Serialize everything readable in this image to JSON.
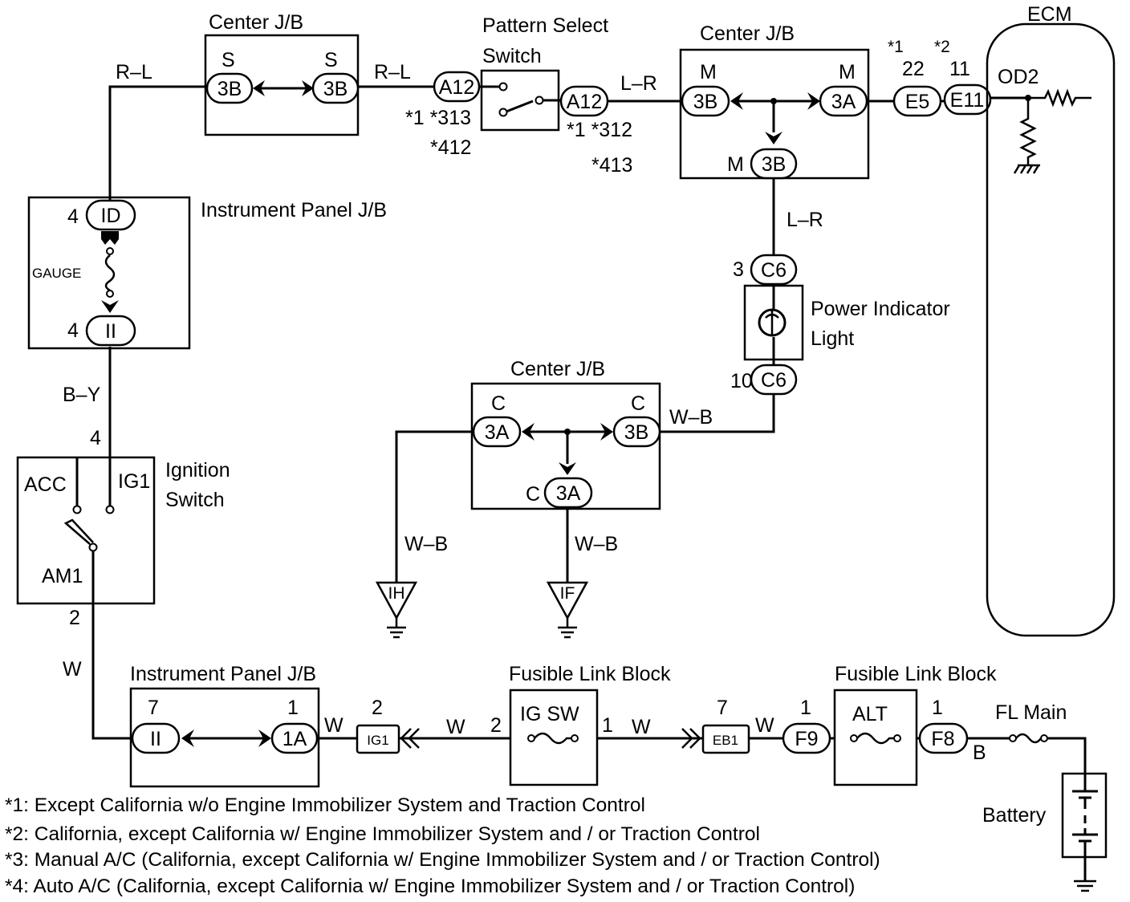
{
  "blocks": {
    "center_jb_1": "Center J/B",
    "center_jb_2": "Center J/B",
    "center_jb_3": "Center J/B",
    "pattern_select_1": "Pattern Select",
    "pattern_select_2": "Switch",
    "ecm": "ECM",
    "ip_jb_top": "Instrument Panel J/B",
    "ip_jb_bottom": "Instrument Panel J/B",
    "power_indicator_1": "Power Indicator",
    "power_indicator_2": "Light",
    "ignition_1": "Ignition",
    "ignition_2": "Switch",
    "fusible_1": "Fusible Link Block",
    "fusible_2": "Fusible Link Block",
    "fl_main": "FL Main",
    "battery": "Battery",
    "ig_sw": "IG SW",
    "alt": "ALT",
    "gauge": "GAUGE",
    "acc": "ACC",
    "ig1": "IG1",
    "am1": "AM1",
    "od2": "OD2"
  },
  "connectors": {
    "s3b_left": "3B",
    "s3b_right": "3B",
    "a12_left": "A12",
    "a12_right": "A12",
    "m3b_left": "3B",
    "m3a": "3A",
    "m3b_bottom": "3B",
    "e5": "E5",
    "e11": "E11",
    "id": "ID",
    "ii_top": "II",
    "c6_top": "C6",
    "c6_bottom": "C6",
    "c3a_left": "3A",
    "c3b_right": "3B",
    "c3a_bottom": "3A",
    "ii_bottom": "II",
    "c1a": "1A",
    "ig1_box": "IG1",
    "eb1": "EB1",
    "f9": "F9",
    "f8": "F8",
    "ground_ih": "IH",
    "ground_if": "IF"
  },
  "letters": {
    "s_left": "S",
    "s_right": "S",
    "m_left": "M",
    "m_right": "M",
    "m_bottom": "M",
    "c_left": "C",
    "c_right": "C",
    "c_bottom": "C"
  },
  "wires": {
    "rl_left": "R–L",
    "rl_mid": "R–L",
    "lr_top": "L–R",
    "lr_vert": "L–R",
    "by": "B–Y",
    "w_left": "W",
    "wb_right": "W–B",
    "wb_left": "W–B",
    "wb_mid": "W–B",
    "w_a": "W",
    "w_b": "W",
    "w_c": "W",
    "w_d": "W",
    "b": "B"
  },
  "pins": {
    "a12_l_13": "*1 *313",
    "a12_l_12": "*412",
    "a12_r_12": "*1 *312",
    "a12_r_13": "*413",
    "e5_note": "*1",
    "e5_pin": "22",
    "e11_note": "*2",
    "e11_pin": "11",
    "id_pin": "4",
    "ii_pin": "4",
    "c6_top_pin": "3",
    "c6_bottom_pin": "10",
    "ign_4": "4",
    "ign_2": "2",
    "ip_7": "7",
    "ip_1": "1",
    "ig1_2": "2",
    "igsw_2": "2",
    "igsw_1": "1",
    "eb1_7": "7",
    "f9_1": "1",
    "f8_1": "1"
  },
  "footnotes": [
    "*1: Except California w/o Engine Immobilizer System and Traction Control",
    "*2: California, except California w/ Engine Immobilizer System and / or Traction Control",
    "*3: Manual A/C (California, except California w/ Engine Immobilizer System and / or Traction Control)",
    "*4: Auto A/C (California, except California w/ Engine Immobilizer System and / or Traction Control)"
  ]
}
